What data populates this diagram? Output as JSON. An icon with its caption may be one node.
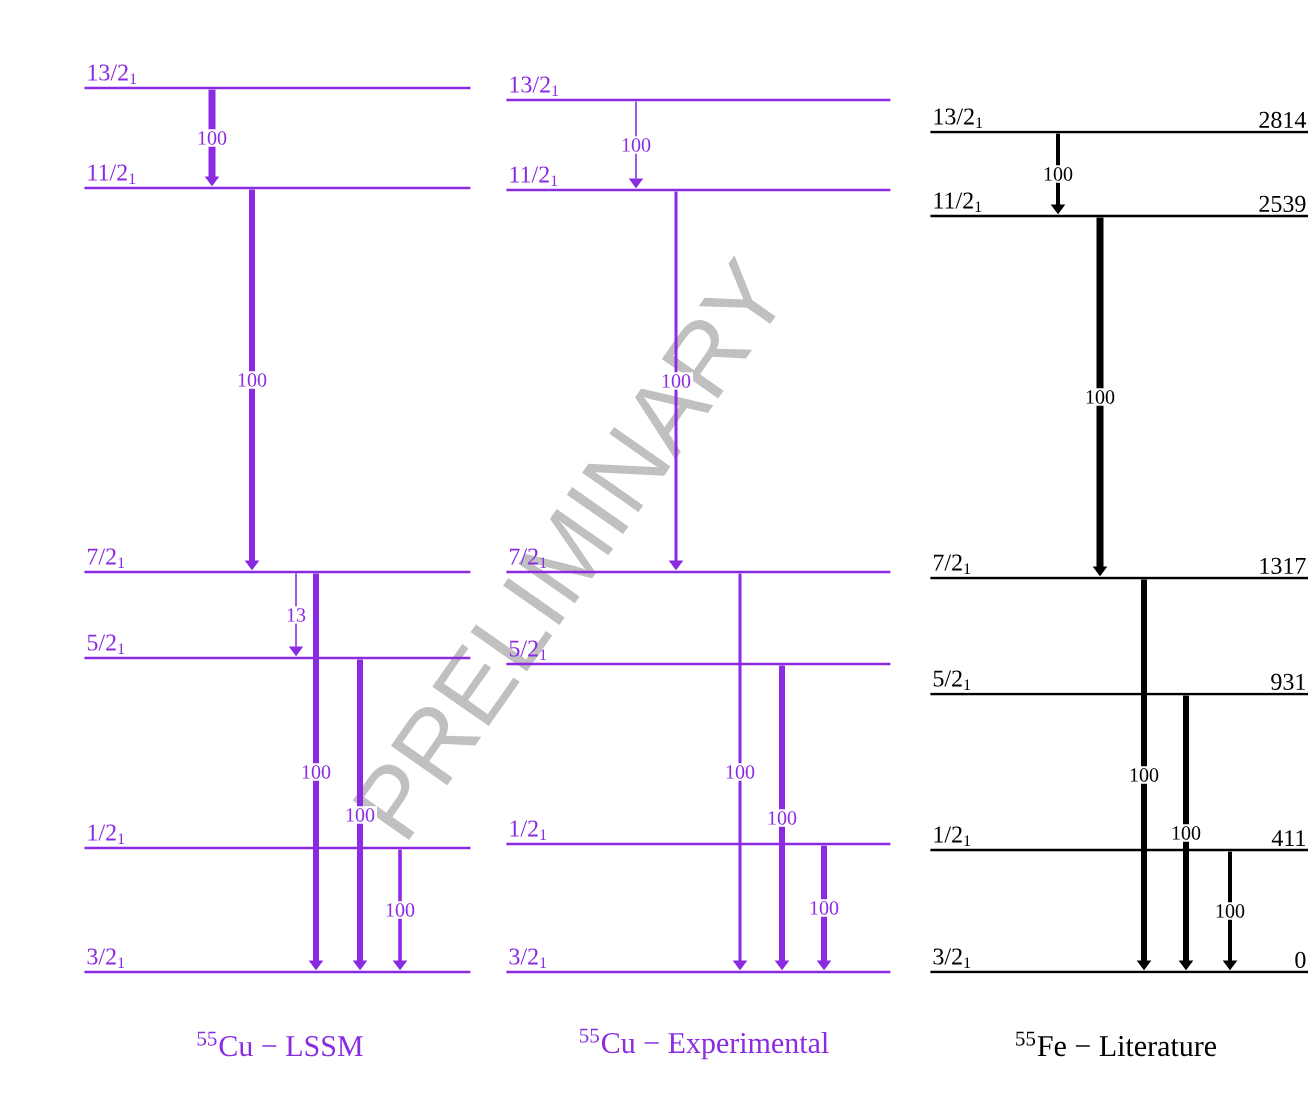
{
  "diagram": {
    "nodes": [
      {
        "text": [
          "13/2$_{1}$"
        ]
      },
      {
        "text": [
          "11/2$_{1}$"
        ]
      },
      {
        "text": [
          "7/2$_{1}$"
        ]
      },
      {
        "text": [
          "5/2$_{1}$"
        ]
      },
      {
        "text": [
          "1/2$_{1}$"
        ]
      },
      {
        "text": [
          "3/2$_{1}$"
        ]
      },
      {
        "text": [
          "13/2$_{1}$"
        ]
      },
      {
        "text": [
          "11/2$_{1}$"
        ]
      },
      {
        "text": [
          "7/2$_{1}$"
        ]
      },
      {
        "text": [
          "5/2$_{1}$"
        ]
      },
      {
        "text": [
          "1/2$_{1}$"
        ]
      },
      {
        "text": [
          "3/2$_{1}$"
        ]
      },
      {
        "text": [
          "13/2$_{1}$"
        ],
        "beside": [
          "2814"
        ]
      },
      {
        "text": [
          "11/2$_{1}$"
        ],
        "beside": [
          "2539"
        ]
      },
      {
        "text": [
          "7/2$_{1}$"
        ],
        "beside": [
          "1317"
        ]
      },
      {
        "text": [
          "5/2$_{1}$"
        ],
        "beside": [
          "931"
        ]
      },
      {
        "text": [
          "1/2$_{1}$"
        ],
        "beside": [
          "411"
        ]
      },
      {
        "text": [
          "3/2$_{1}$"
        ],
        "beside": [
          "0"
        ]
      }
    ],
    "edges": [
      {
        "from": 0,
        "to": 1,
        "arrow": "to",
        "label": "100"
      },
      {
        "from": 1,
        "to": 2,
        "arrow": "to",
        "label": "100"
      },
      {
        "from": 2,
        "to": 3,
        "arrow": "to",
        "label": "13"
      },
      {
        "from": 2,
        "to": 5,
        "arrow": "to",
        "label": "100"
      },
      {
        "from": 3,
        "to": 5,
        "arrow": "to",
        "label": "100"
      },
      {
        "from": 4,
        "to": 5,
        "arrow": "to",
        "label": "100"
      },
      {
        "from": 6,
        "to": 7,
        "arrow": "to",
        "label": "100"
      },
      {
        "from": 7,
        "to": 8,
        "arrow": "to",
        "label": "100"
      },
      {
        "from": 8,
        "to": 11,
        "arrow": "to",
        "label": "100"
      },
      {
        "from": 9,
        "to": 11,
        "arrow": "to",
        "label": "100"
      },
      {
        "from": 10,
        "to": 11,
        "arrow": "to",
        "label": "100"
      },
      {
        "from": 12,
        "to": 13,
        "arrow": "to",
        "label": "100",
        "color": "#000000"
      },
      {
        "from": 13,
        "to": 14,
        "arrow": "to",
        "label": "100",
        "color": "#000000"
      },
      {
        "from": 14,
        "to": 17,
        "arrow": "to",
        "label": "100",
        "color": "#000000"
      },
      {
        "from": 15,
        "to": 17,
        "arrow": "to",
        "label": "100",
        "color": "#000000"
      },
      {
        "from": 16,
        "to": 17,
        "arrow": "to",
        "label": "100",
        "color": "#000000"
      }
    ],
    "labels": [
      "PRELIMINARY",
      "$^{55}$Cu − LSSM",
      "$^{55}$Cu − Experimental",
      "$^{55}$Fe − Literature"
    ]
  }
}
